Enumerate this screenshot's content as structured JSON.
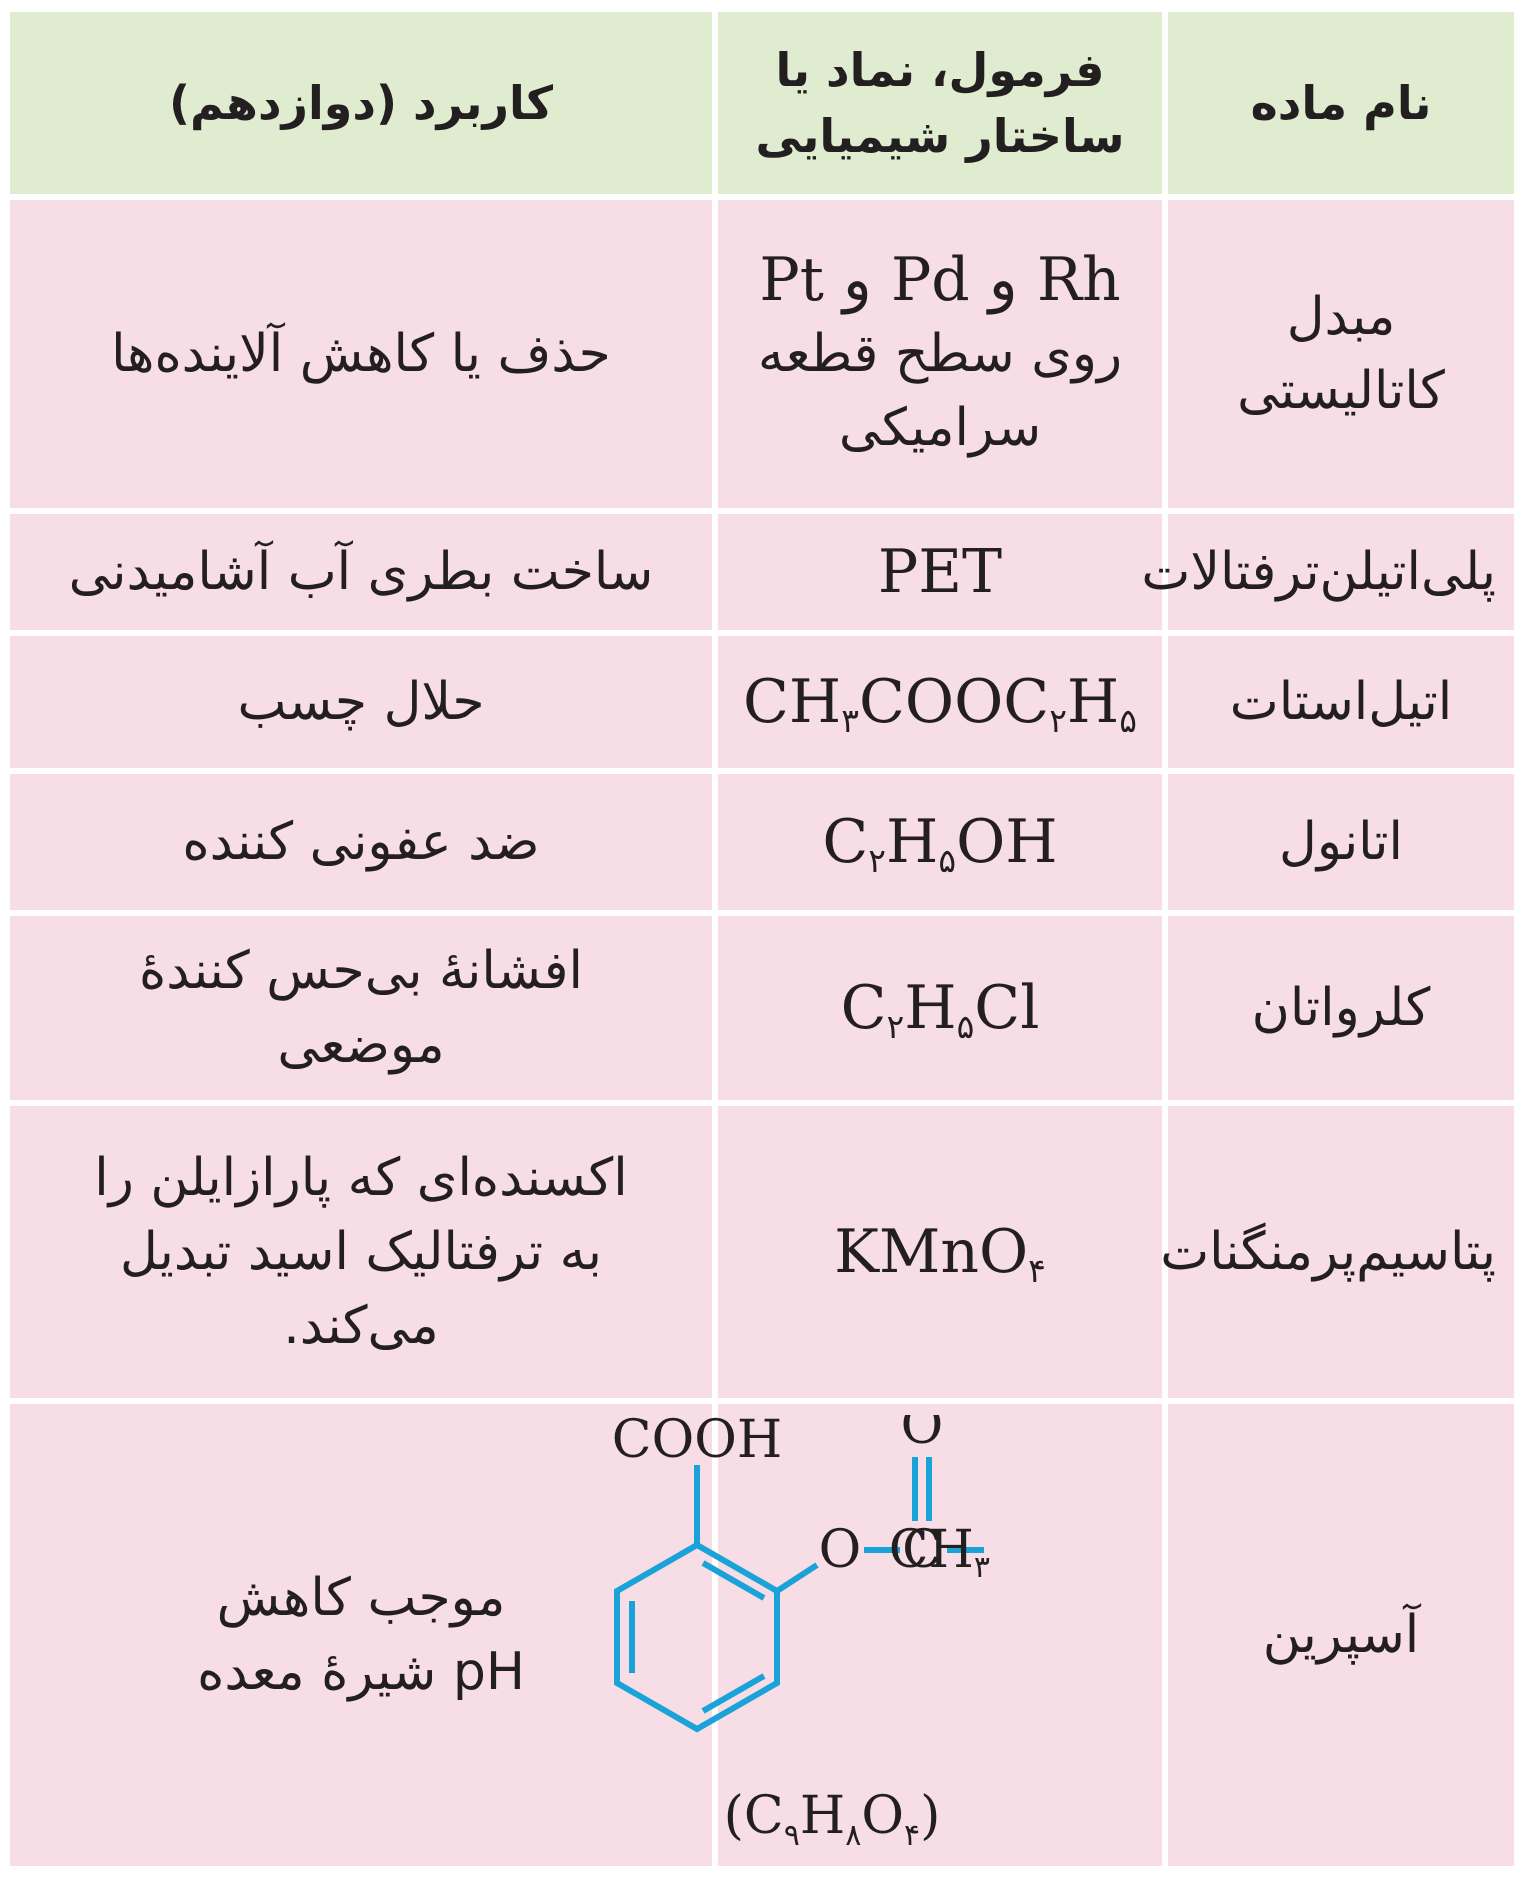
{
  "headers": {
    "name": "نام ماده",
    "formula_line1": "فرمول، نماد یا",
    "formula_line2": "ساختار شیمیایی",
    "use": "کاربرد (دوازدهم)"
  },
  "rows": {
    "catalyst": {
      "name": "مبدل کاتالیستی",
      "formula_line1": "Rh و Pd و Pt",
      "formula_line2": "روی سطح قطعه",
      "formula_line3": "سرامیکی",
      "use": "حذف یا کاهش آلاینده‌ها"
    },
    "pet": {
      "name": "پلی‌اتیلن‌ترفتالات",
      "formula": "PET",
      "use": "ساخت بطری آب آشامیدنی"
    },
    "ethyl_acetate": {
      "name": "اتیل‌استات",
      "f1": "CH",
      "s1": "۳",
      "f2": "COOC",
      "s2": "۲",
      "f3": "H",
      "s3": "۵",
      "use": "حلال چسب"
    },
    "ethanol": {
      "name": "اتانول",
      "f1": "C",
      "s1": "۲",
      "f2": "H",
      "s2": "۵",
      "f3": "OH",
      "use": "ضد عفونی کننده"
    },
    "chloroethane": {
      "name": "کلرواتان",
      "f1": "C",
      "s1": "۲",
      "f2": "H",
      "s2": "۵",
      "f3": "Cl",
      "use_line1": "افشانهٔ بی‌حس کنندهٔ",
      "use_line2": "موضعی"
    },
    "kmno4": {
      "name": "پتاسیم‌پرمنگنات",
      "f1": "KMnO",
      "s1": "۴",
      "use_line1": "اکسنده‌ای که پارازایلن را",
      "use_line2": "به ترفتالیک اسید تبدیل",
      "use_line3": "می‌کند."
    },
    "aspirin": {
      "name": "آسپرین",
      "cooh": "COOH",
      "o_top": "O",
      "o_ester": "O",
      "c_ester": "C",
      "ch": "CH",
      "ch_sub": "۳",
      "mf_open": "(C",
      "mf_s1": "۹",
      "mf_h": "H",
      "mf_s2": "۸",
      "mf_o": "O",
      "mf_s3": "۴",
      "mf_close": ")",
      "use_line1": "موجب کاهش",
      "use_line2": "pH شیرهٔ معده"
    }
  },
  "colors": {
    "header_bg": "#dfeccf",
    "row_bg": "#f6dde6",
    "structure_blue": "#1aa3d9",
    "text": "#231f20"
  }
}
